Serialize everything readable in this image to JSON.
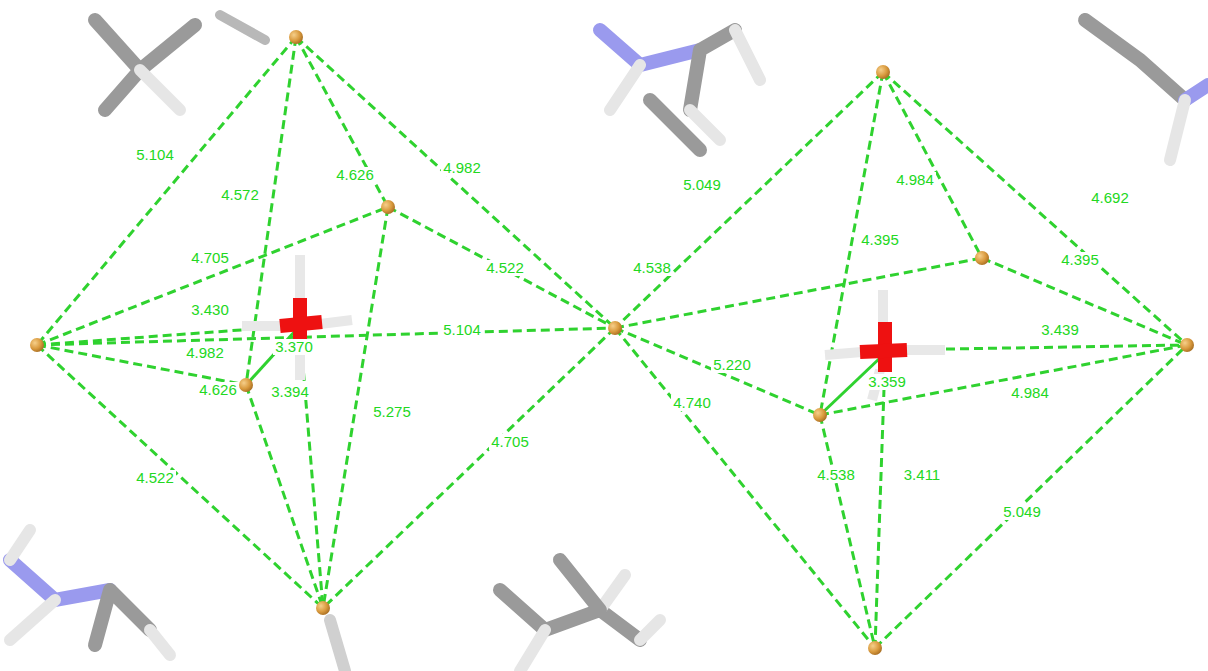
{
  "diagram": {
    "labels": [
      "5.104",
      "4.572",
      "4.626",
      "4.982",
      "4.705",
      "4.522",
      "3.430",
      "5.104",
      "4.982",
      "3.370",
      "4.626",
      "3.394",
      "5.275",
      "4.705",
      "4.522",
      "5.049",
      "4.984",
      "4.692",
      "4.395",
      "4.538",
      "4.395",
      "3.439",
      "5.220",
      "3.359",
      "4.984",
      "4.740",
      "4.538",
      "3.411",
      "5.049"
    ]
  }
}
